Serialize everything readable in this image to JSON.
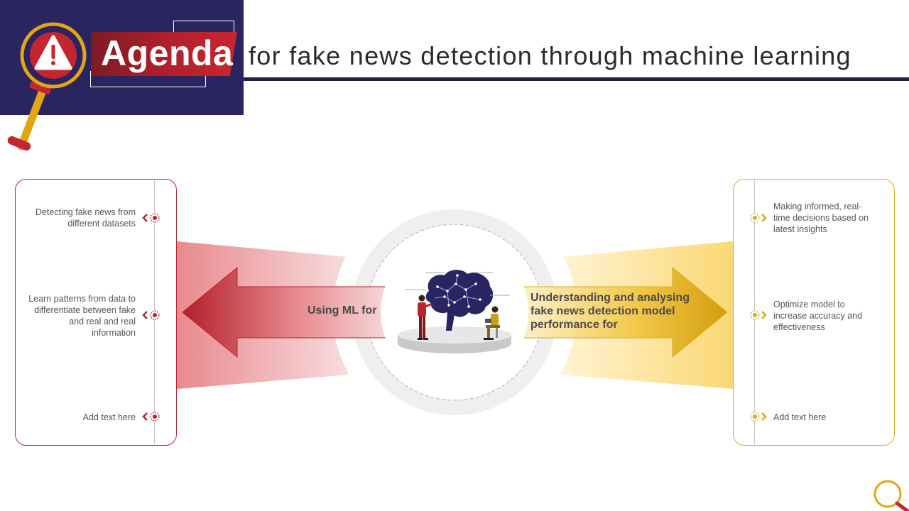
{
  "header": {
    "badge_label": "Agenda",
    "title": "for fake news detection through machine learning"
  },
  "left_panel": {
    "items": [
      {
        "text": "Detecting fake news from different  datasets"
      },
      {
        "text": "Learn patterns from data to differentiate between fake and real and real information"
      },
      {
        "text": "Add text here"
      }
    ]
  },
  "center": {
    "left_arrow_label": "Using ML for",
    "right_arrow_label": "Understanding and analysing fake news detection model performance for"
  },
  "right_panel": {
    "items": [
      {
        "text": "Making informed, real-time decisions based on latest insights"
      },
      {
        "text": "Optimize model to increase accuracy and effectiveness"
      },
      {
        "text": "Add text here"
      }
    ]
  },
  "colors": {
    "navy": "#2a2560",
    "red": "#b8252f",
    "gold": "#d7ad1c"
  },
  "icons": {
    "header": "magnifier-warning-icon",
    "center": "brain-with-people-illustration",
    "corner": "magnifier-icon",
    "bullets": "target-chevron-icon"
  }
}
